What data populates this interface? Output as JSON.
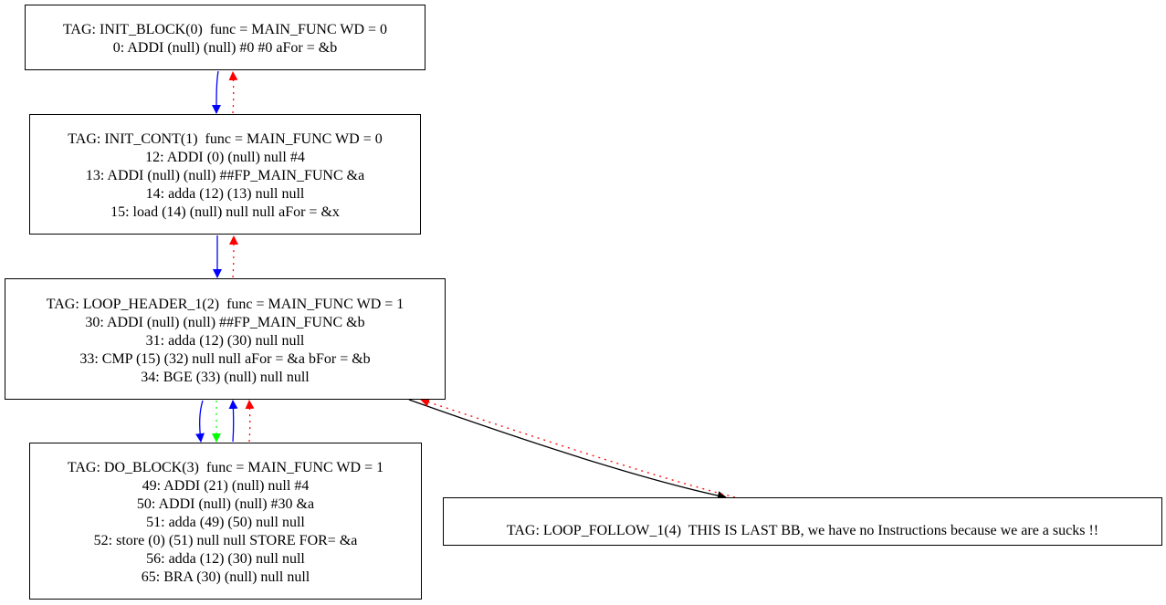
{
  "colors": {
    "edge_blue": "#0000ff",
    "edge_red": "#ff0000",
    "edge_green": "#00ff00",
    "edge_black": "#000000",
    "node_border": "#000000",
    "background": "#ffffff"
  },
  "nodes": {
    "init_block": {
      "lines": [
        "TAG: INIT_BLOCK(0)  func = MAIN_FUNC WD = 0",
        "0: ADDI (null) (null) #0 #0 aFor = &b"
      ]
    },
    "init_cont": {
      "lines": [
        "TAG: INIT_CONT(1)  func = MAIN_FUNC WD = 0",
        "12: ADDI (0) (null) null #4",
        "13: ADDI (null) (null) ##FP_MAIN_FUNC &a",
        "14: adda (12) (13) null null",
        "15: load (14) (null) null null aFor = &x"
      ]
    },
    "loop_header": {
      "lines": [
        "TAG: LOOP_HEADER_1(2)  func = MAIN_FUNC WD = 1",
        "30: ADDI (null) (null) ##FP_MAIN_FUNC &b",
        "31: adda (12) (30) null null",
        "33: CMP (15) (32) null null aFor = &a bFor = &b",
        "34: BGE (33) (null) null null"
      ]
    },
    "do_block": {
      "lines": [
        "TAG: DO_BLOCK(3)  func = MAIN_FUNC WD = 1",
        "49: ADDI (21) (null) null #4",
        "50: ADDI (null) (null) #30 &a",
        "51: adda (49) (50) null null",
        "52: store (0) (51) null null STORE FOR= &a",
        "56: adda (12) (30) null null",
        "65: BRA (30) (null) null null"
      ]
    },
    "loop_follow": {
      "lines": [
        "TAG: LOOP_FOLLOW_1(4)  THIS IS LAST BB, we have no Instructions because we are a sucks !!"
      ]
    }
  },
  "edges": [
    {
      "name": "edge-init-block-to-init-cont",
      "color": "blue",
      "style": "solid"
    },
    {
      "name": "edge-init-cont-to-init-block",
      "color": "red",
      "style": "dotted"
    },
    {
      "name": "edge-init-cont-to-loop-header",
      "color": "blue",
      "style": "solid"
    },
    {
      "name": "edge-loop-header-to-init-cont",
      "color": "red",
      "style": "dotted"
    },
    {
      "name": "edge-loop-header-to-do-block-blue",
      "color": "blue",
      "style": "solid"
    },
    {
      "name": "edge-loop-header-to-do-block-green",
      "color": "green",
      "style": "dotted"
    },
    {
      "name": "edge-do-block-to-loop-header-blue",
      "color": "blue",
      "style": "solid"
    },
    {
      "name": "edge-do-block-to-loop-header-red",
      "color": "red",
      "style": "dotted"
    },
    {
      "name": "edge-loop-header-to-loop-follow",
      "color": "black",
      "style": "solid"
    },
    {
      "name": "edge-loop-follow-to-loop-header",
      "color": "red",
      "style": "dotted"
    }
  ]
}
